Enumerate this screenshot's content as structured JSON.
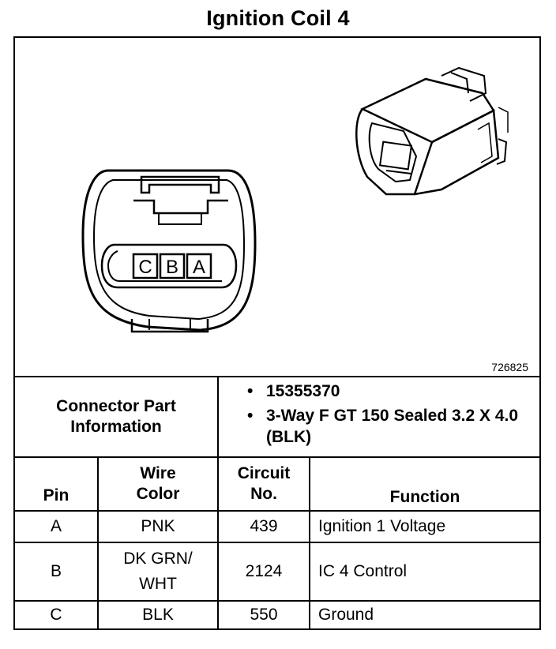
{
  "title": "Ignition Coil 4",
  "figure_id": "726825",
  "connector_face": {
    "pin_labels": [
      "C",
      "B",
      "A"
    ]
  },
  "connector_info": {
    "label_line1": "Connector Part",
    "label_line2": "Information",
    "items": [
      "15355370",
      "3-Way F GT 150 Sealed 3.2 X 4.0 (BLK)"
    ]
  },
  "table": {
    "headers": {
      "pin": "Pin",
      "wire_color_line1": "Wire",
      "wire_color_line2": "Color",
      "circuit_line1": "Circuit",
      "circuit_line2": "No.",
      "function": "Function"
    },
    "rows": [
      {
        "pin": "A",
        "wire_line1": "PNK",
        "wire_line2": "",
        "circuit": "439",
        "function": "Ignition 1 Voltage"
      },
      {
        "pin": "B",
        "wire_line1": "DK GRN/",
        "wire_line2": "WHT",
        "circuit": "2124",
        "function": "IC 4 Control"
      },
      {
        "pin": "C",
        "wire_line1": "BLK",
        "wire_line2": "",
        "circuit": "550",
        "function": "Ground"
      }
    ]
  }
}
